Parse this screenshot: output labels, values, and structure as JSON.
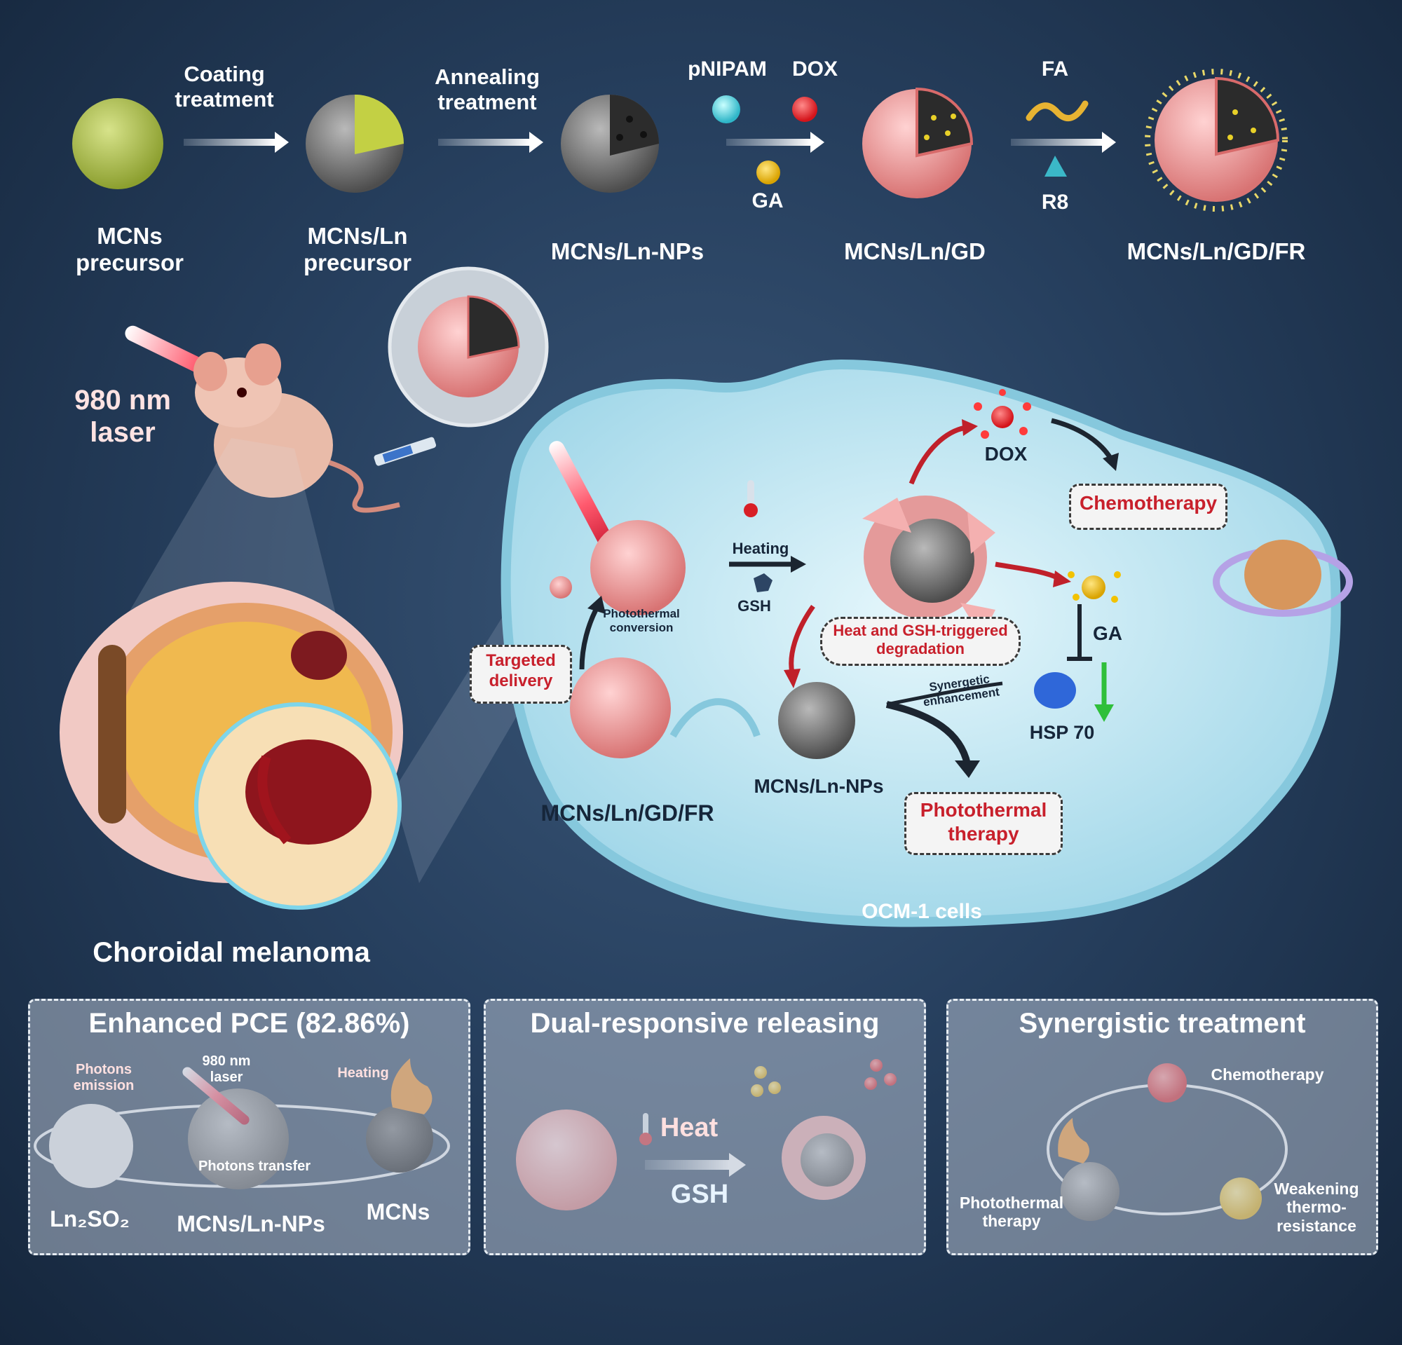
{
  "synthesis": {
    "step1_label": "MCNs precursor",
    "step2_label": "MCNs/Ln precursor",
    "step3_label": "MCNs/Ln-NPs",
    "step4_label": "MCNs/Ln/GD",
    "step5_label": "MCNs/Ln/GD/FR",
    "arrow1_label": "Coating treatment",
    "arrow2_label": "Annealing treatment",
    "reagents3": [
      "pNIPAM",
      "DOX",
      "GA"
    ],
    "reagents4": [
      "FA",
      "R8"
    ]
  },
  "in_vivo": {
    "laser_label": "980 nm laser",
    "tumor_label": "Choroidal melanoma"
  },
  "cell": {
    "cell_label": "OCM-1 cells",
    "particle_label": "MCNs/Ln/GD/FR",
    "targeted_delivery": "Targeted delivery",
    "photothermal_conversion": "Photothermal conversion",
    "heating": "Heating",
    "gsh": "GSH",
    "degradation": "Heat and GSH-triggered degradation",
    "dox": "DOX",
    "chemotherapy": "Chemotherapy",
    "ga": "GA",
    "hsp70": "HSP 70",
    "nps": "MCNs/Ln-NPs",
    "synergetic": "Synergetic enhancement",
    "photothermal_therapy": "Photothermal therapy"
  },
  "panels": {
    "pce_title": "Enhanced PCE (82.86%)",
    "photons_emission": "Photons emission",
    "laser": "980 nm laser",
    "heating": "Heating",
    "photons_transfer": "Photons transfer",
    "ln2so2": "Ln₂SO₂",
    "mcns_ln_nps": "MCNs/Ln-NPs",
    "mcns": "MCNs",
    "release_title": "Dual-responsive releasing",
    "heat": "Heat",
    "gsh": "GSH",
    "synergy_title": "Synergistic treatment",
    "chemotherapy": "Chemotherapy",
    "photothermal_therapy": "Photothermal therapy",
    "weakening": "Weakening thermo- resistance"
  },
  "colors": {
    "background": "#27405f",
    "label_red": "#c8202c",
    "particle_pink": "#f2a5a5",
    "precursor_green": "#b5c84a",
    "cell_blue": "#a9dcec"
  }
}
